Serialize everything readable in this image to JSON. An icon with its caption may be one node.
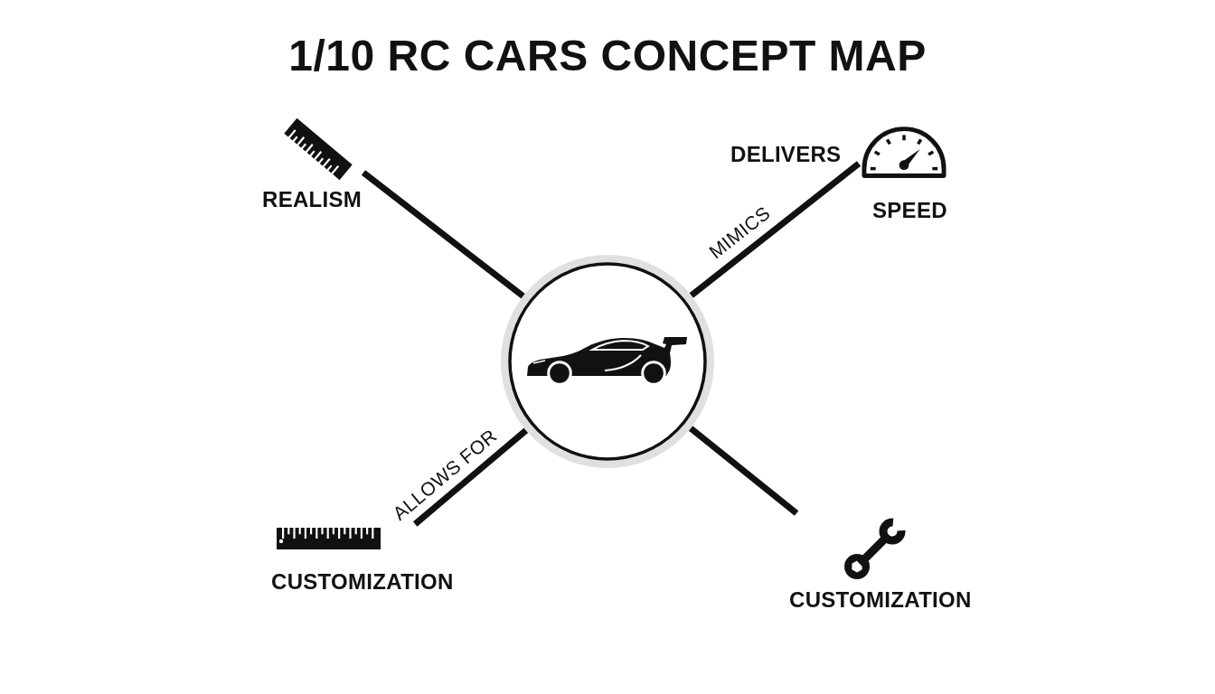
{
  "diagram": {
    "title": "1/10 RC CARS CONCEPT MAP",
    "nodes": [
      {
        "text": [],
        "shape": "circle"
      },
      {
        "text": [
          "REALISM"
        ]
      },
      {
        "text": [
          "SPEED"
        ]
      },
      {
        "text": [
          "CUSTOMIZATION"
        ]
      },
      {
        "text": [
          "CUSTOMIZATION"
        ]
      }
    ],
    "edges": [
      {
        "from": 0,
        "to": 1,
        "arrow": "none"
      },
      {
        "from": 0,
        "to": 2,
        "arrow": "none",
        "label": "MIMICS"
      },
      {
        "from": 0,
        "to": 3,
        "arrow": "none",
        "label": "ALLOWS FOR"
      },
      {
        "from": 0,
        "to": 4,
        "arrow": "none"
      }
    ],
    "labels": [
      "DELIVERS"
    ]
  }
}
